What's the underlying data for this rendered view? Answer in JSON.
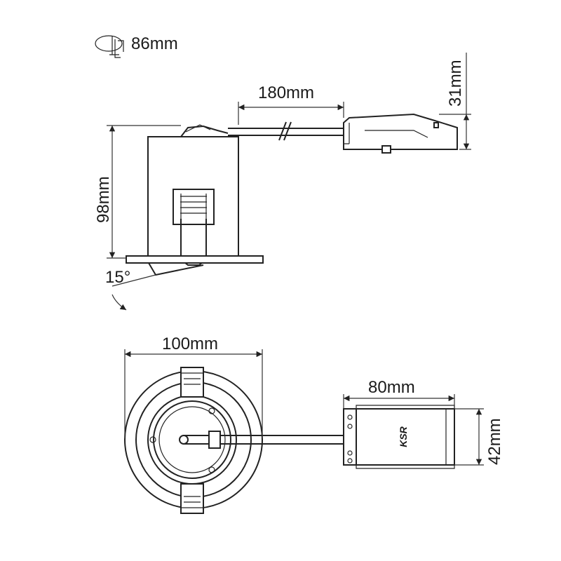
{
  "dimensions": {
    "cutout": "86mm",
    "cable_length": "180mm",
    "driver_height": "31mm",
    "fitting_height": "98mm",
    "tilt_angle": "15°",
    "bezel_diameter": "100mm",
    "driver_length": "80mm",
    "driver_width": "42mm"
  },
  "driver_logo": "KSR"
}
